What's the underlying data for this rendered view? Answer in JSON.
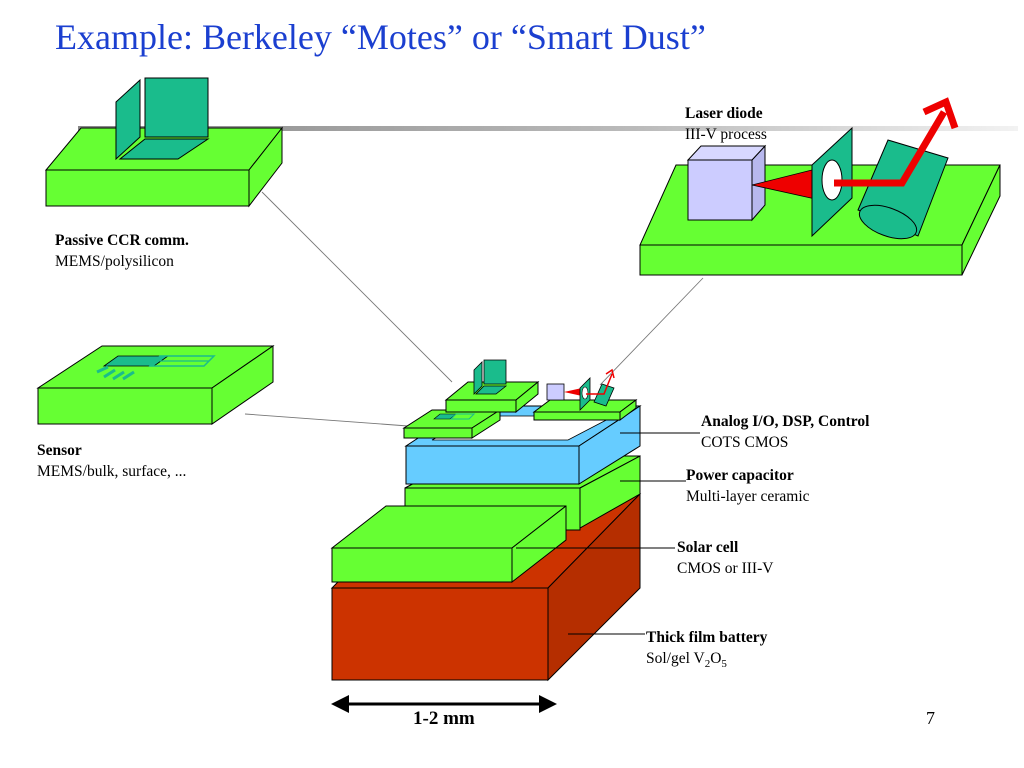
{
  "slide": {
    "title": "Example: Berkeley “Motes” or “Smart Dust”",
    "page_number": "7"
  },
  "components": {
    "laser_diode": {
      "title": "Laser diode",
      "subtitle": "III-V process"
    },
    "passive_ccr": {
      "title": "Passive CCR comm.",
      "subtitle": "MEMS/polysilicon"
    },
    "sensor": {
      "title": "Sensor",
      "subtitle": "MEMS/bulk, surface, ..."
    },
    "analog_io": {
      "title": "Analog I/O, DSP, Control",
      "subtitle": "COTS CMOS"
    },
    "power_capacitor": {
      "title": "Power capacitor",
      "subtitle": "Multi-layer ceramic"
    },
    "solar_cell": {
      "title": "Solar cell",
      "subtitle": "CMOS or III-V"
    },
    "battery": {
      "title": "Thick film battery",
      "subtitle_prefix": "Sol/gel V",
      "sub_2": "2",
      "mid": "O",
      "sub_5": "5"
    }
  },
  "scale": {
    "label": "1-2 mm"
  },
  "colors": {
    "title_blue": "#1b3fd0",
    "green": "#66ff33",
    "teal": "#1abc8c",
    "blue_layer": "#66ccff",
    "battery_red": "#cc3300",
    "lavender": "#ccccff",
    "arrow_red": "#ee0000"
  }
}
